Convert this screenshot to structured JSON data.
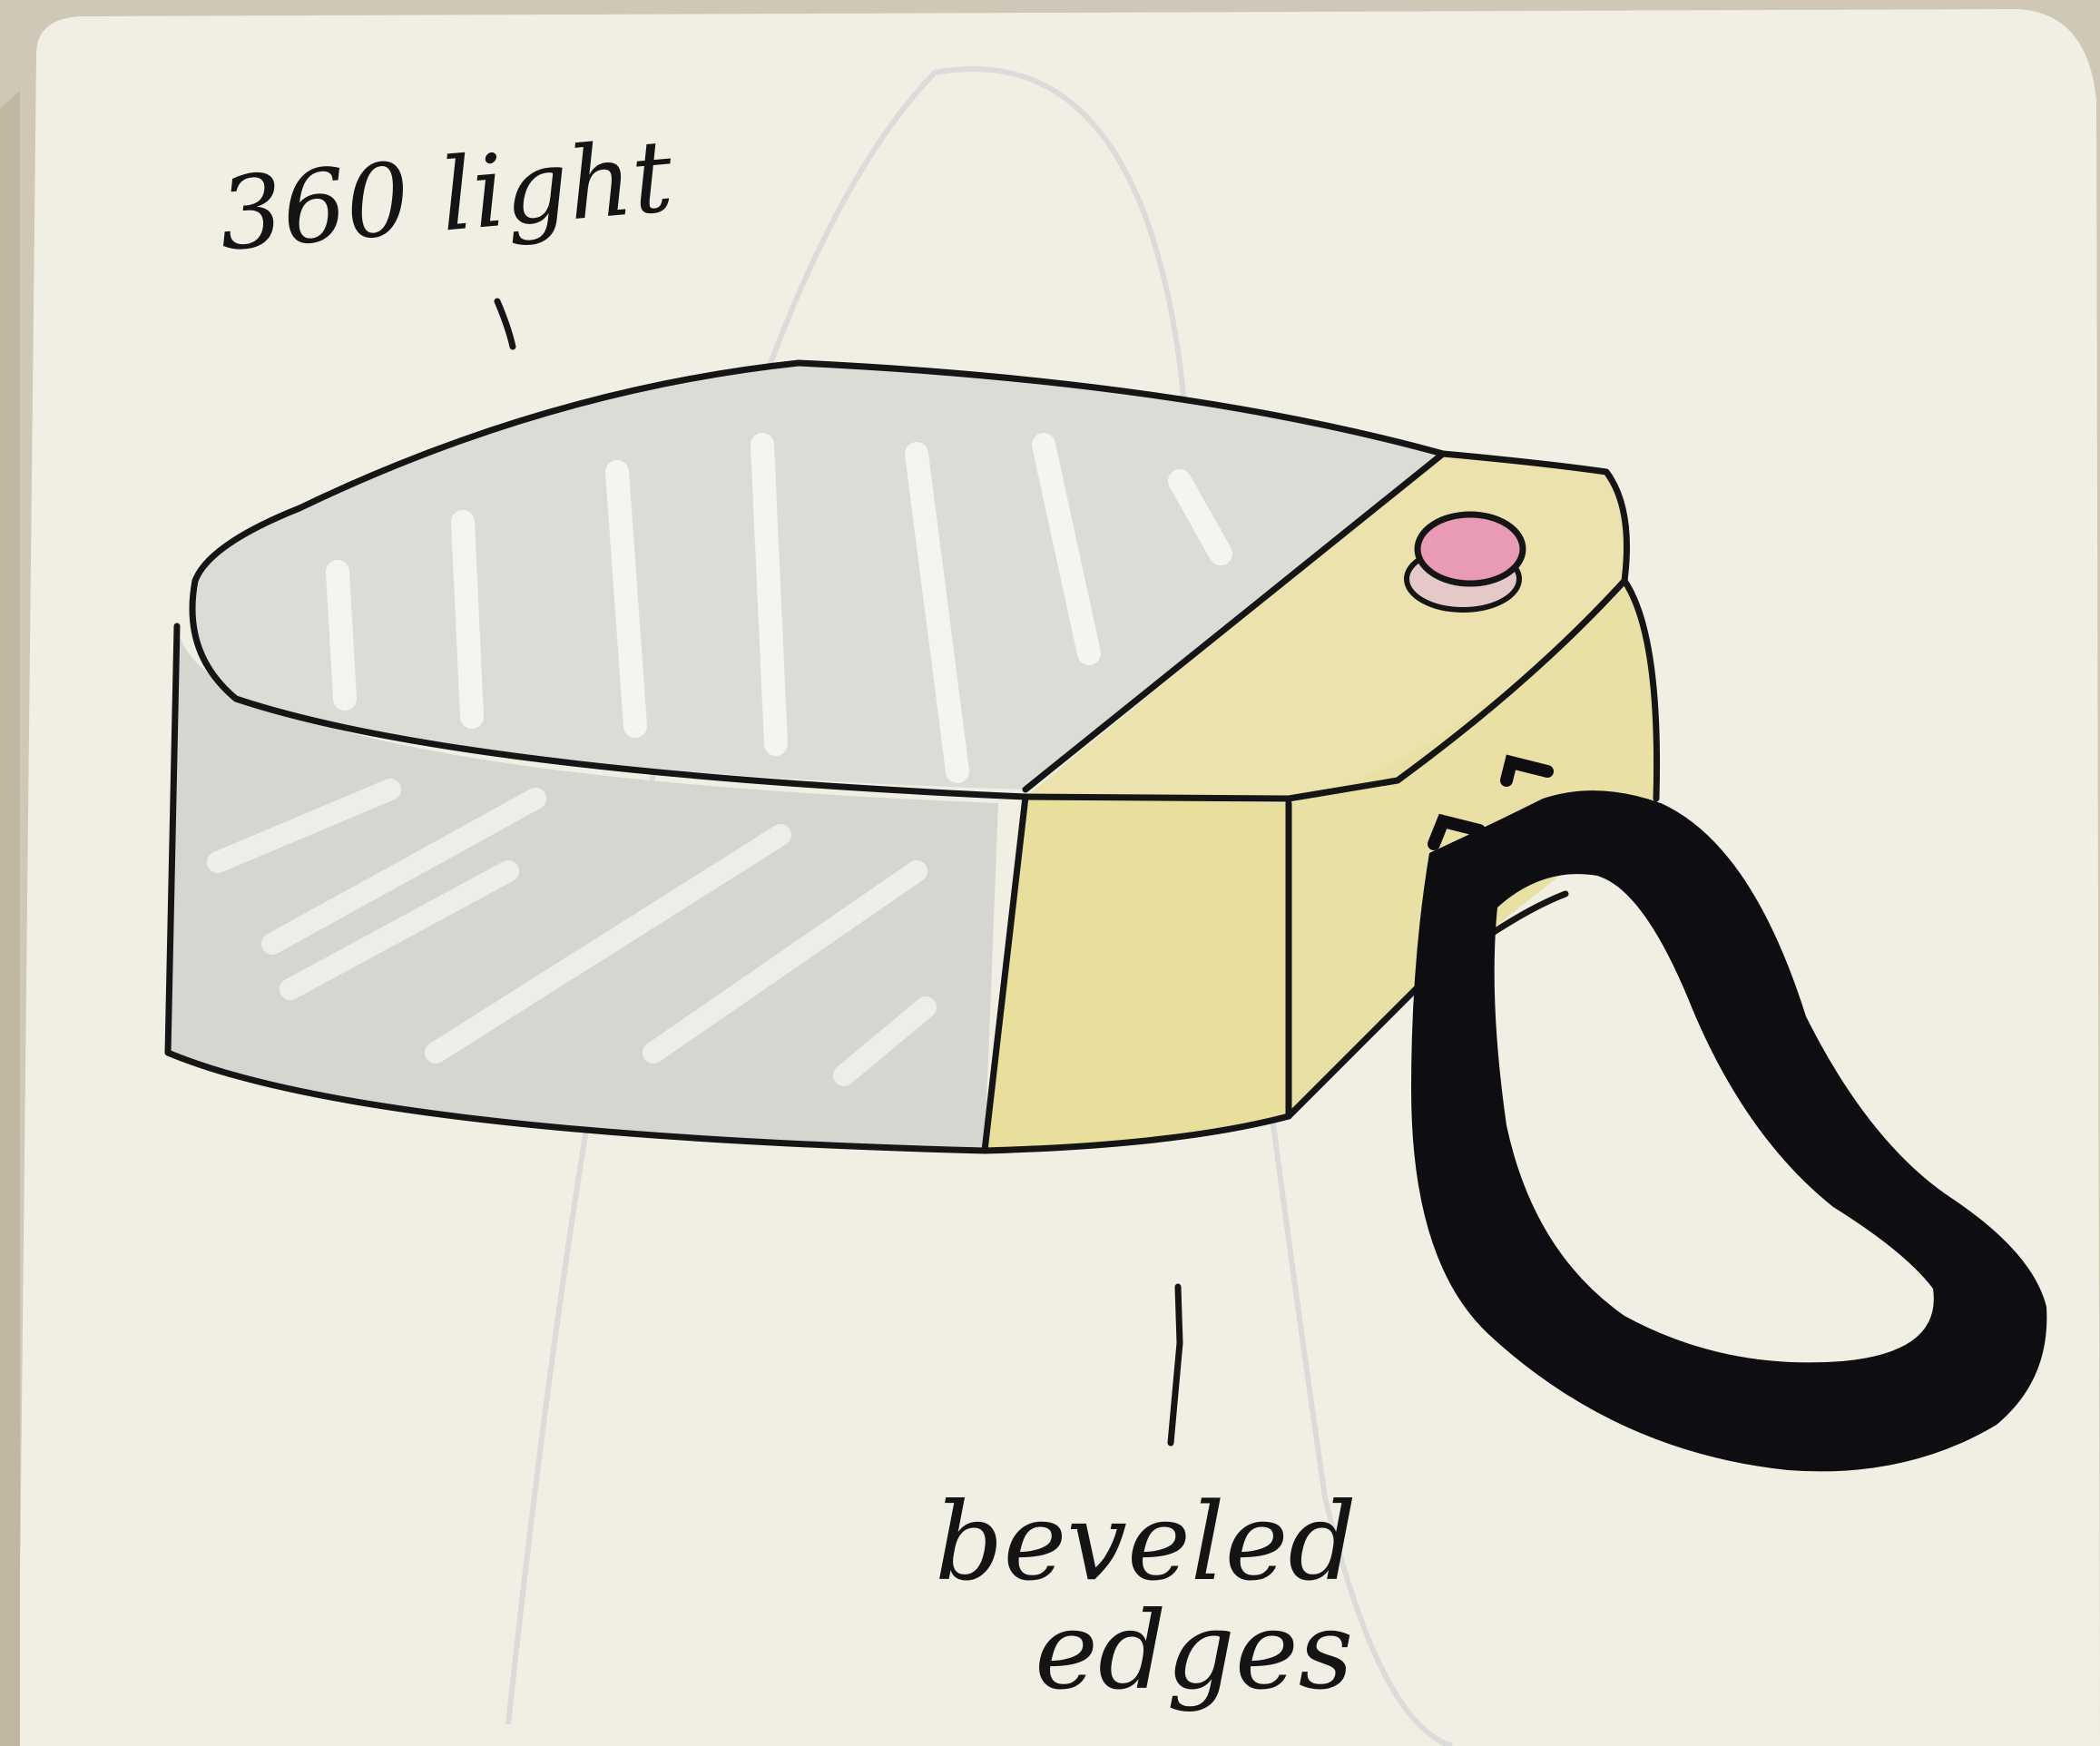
{
  "sketch": {
    "labels": {
      "top": "360 light",
      "bottom_line1": "beveled",
      "bottom_line2": "edges"
    },
    "colors": {
      "paper": "#f1eee3",
      "paper_edge": "#cfc9b8",
      "ink": "#151515",
      "light_panel": "#d8d8d2",
      "end_cap": "#ece2ad",
      "button": "#e99ab5",
      "strap": "#0e0e12",
      "streak": "#f7f7f2"
    },
    "icon_names": [
      "lantern-body-icon",
      "power-button-icon",
      "carry-strap-icon"
    ]
  }
}
